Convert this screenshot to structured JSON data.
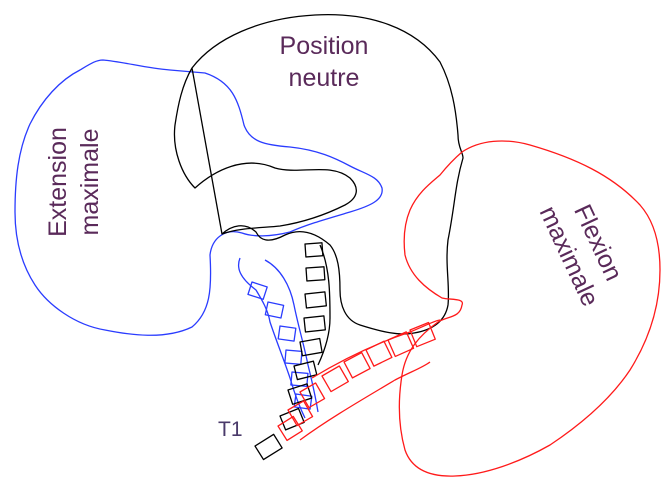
{
  "labels": {
    "neutral_line1": "Position",
    "neutral_line2": "neutre",
    "extension_line1": "Extension",
    "extension_line2": "maximale",
    "flexion_line1": "Flexion",
    "flexion_line2": "maximale",
    "vertebra": "T1"
  },
  "colors": {
    "neutral": "#000000",
    "extension": "#2a3cff",
    "flexion": "#ff1a1a",
    "label_text": "#5a2a5a"
  }
}
